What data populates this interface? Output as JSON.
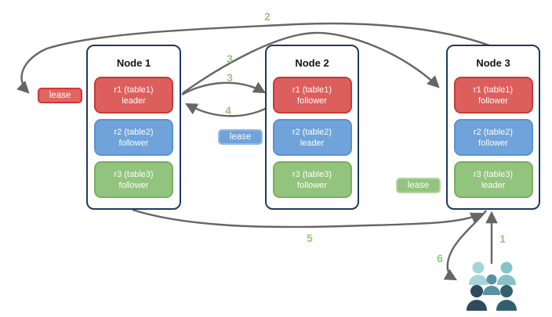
{
  "nodes": [
    {
      "title": "Node 1",
      "replicas": [
        {
          "name": "r1 (table1)",
          "role": "leader",
          "color": "red"
        },
        {
          "name": "r2 (table2)",
          "role": "follower",
          "color": "blue"
        },
        {
          "name": "r3 (table3)",
          "role": "follower",
          "color": "green"
        }
      ]
    },
    {
      "title": "Node 2",
      "replicas": [
        {
          "name": "r1 (table1)",
          "role": "follower",
          "color": "red"
        },
        {
          "name": "r2 (table2)",
          "role": "leader",
          "color": "blue"
        },
        {
          "name": "r3 (table3)",
          "role": "follower",
          "color": "green"
        }
      ]
    },
    {
      "title": "Node 3",
      "replicas": [
        {
          "name": "r1 (table1)",
          "role": "follower",
          "color": "red"
        },
        {
          "name": "r2 (table2)",
          "role": "follower",
          "color": "blue"
        },
        {
          "name": "r3 (table3)",
          "role": "leader",
          "color": "green"
        }
      ]
    }
  ],
  "leases": [
    {
      "label": "lease",
      "color": "red"
    },
    {
      "label": "lease",
      "color": "blue"
    },
    {
      "label": "lease",
      "color": "green"
    }
  ],
  "steps": [
    {
      "label": "2"
    },
    {
      "label": "3"
    },
    {
      "label": "3"
    },
    {
      "label": "4"
    },
    {
      "label": "5"
    },
    {
      "label": "1"
    },
    {
      "label": "6"
    }
  ],
  "clients": {
    "icon": "users-group-icon",
    "colors": [
      "#a7d4d9",
      "#87c2c9",
      "#5b91a0",
      "#2d4a5e",
      "#33606f"
    ]
  },
  "palette": {
    "replica_red": "#dd5f5d",
    "replica_blue": "#6fa3da",
    "replica_green": "#93c47d",
    "node_border": "#20395c",
    "arrow": "#666666",
    "step_label": "#93c47d"
  }
}
